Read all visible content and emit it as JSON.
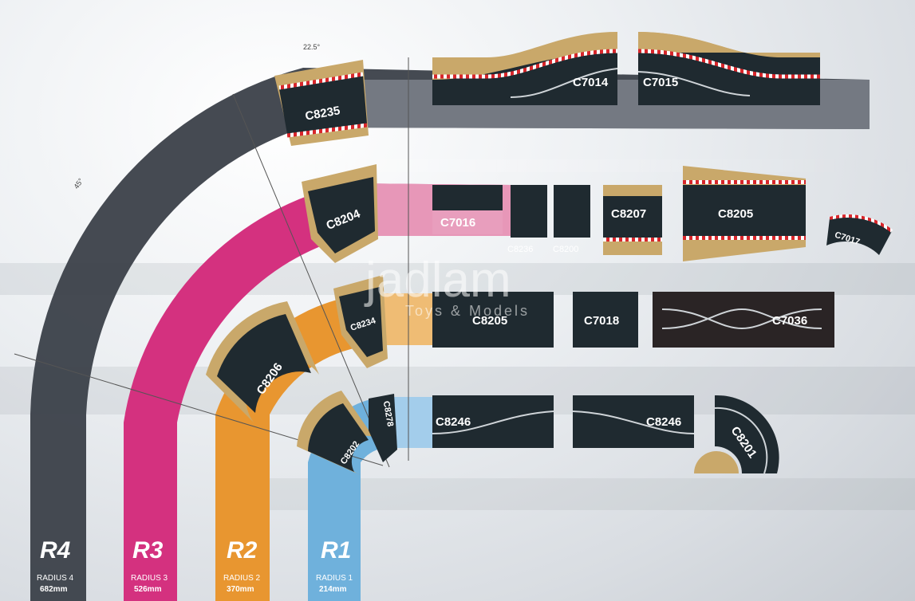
{
  "angles": {
    "a1": "22.5°",
    "a2": "45°"
  },
  "pieces": {
    "c8235": "C8235",
    "c8204": "C8204",
    "c8234": "C8234",
    "c8206": "C8206",
    "c8202": "C8202",
    "c8278": "C8278",
    "c7014": "C7014",
    "c7015": "C7015",
    "c7016": "C7016",
    "c8236": "C8236",
    "c8200": "C8200",
    "c8207": "C8207",
    "c8205": "C8205",
    "c7017": "C7017",
    "c7018": "C7018",
    "c7036": "C7036",
    "c8246": "C8246",
    "c8201": "C8201"
  },
  "radii": [
    {
      "code": "R4",
      "name": "RADIUS 4",
      "size": "682mm",
      "color": "#3b4049"
    },
    {
      "code": "R3",
      "name": "RADIUS 3",
      "size": "526mm",
      "color": "#d4317f"
    },
    {
      "code": "R2",
      "name": "RADIUS 2",
      "size": "370mm",
      "color": "#e89630"
    },
    {
      "code": "R1",
      "name": "RADIUS 1",
      "size": "214mm",
      "color": "#6fb1dc"
    }
  ],
  "watermark": {
    "brand": "jadlam",
    "sub": "Toys & Models"
  },
  "colors": {
    "track": "#1f2a30",
    "verge": "#c9a86a",
    "kerb_red": "#d8262b"
  }
}
